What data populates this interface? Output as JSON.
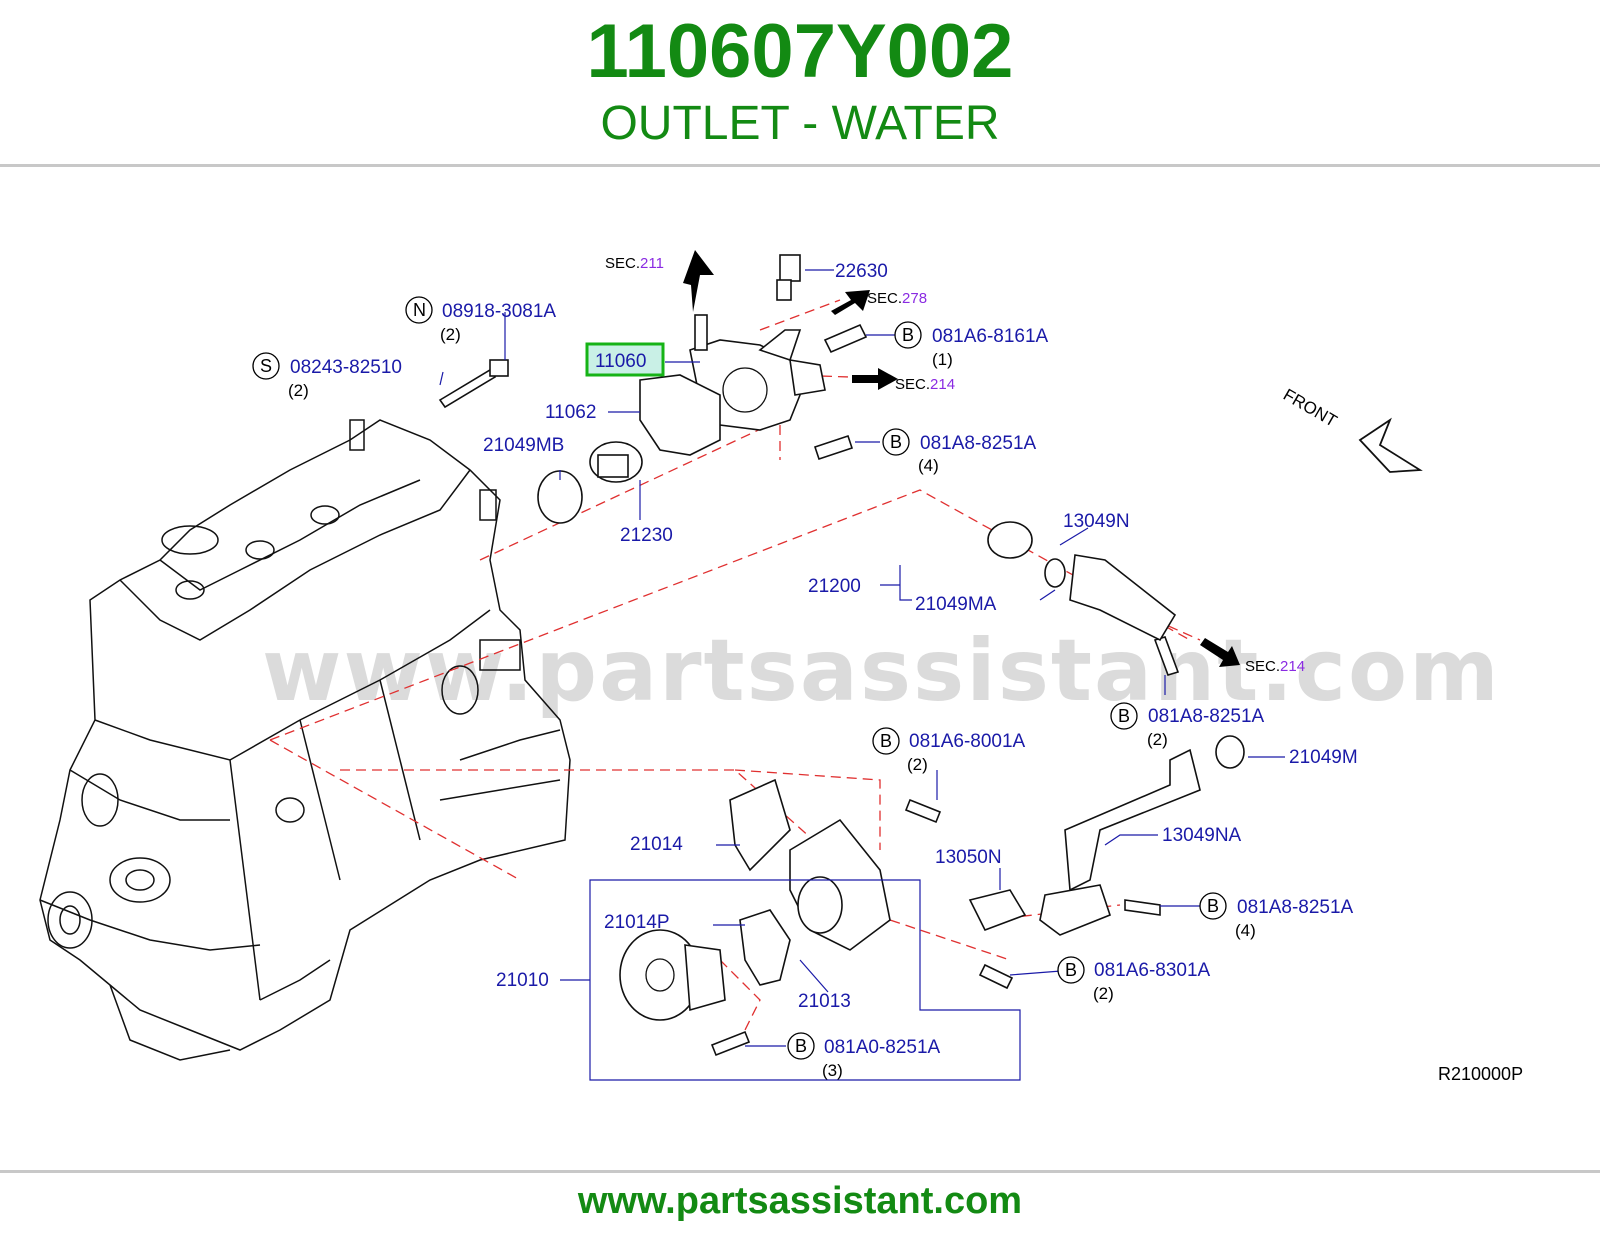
{
  "header": {
    "part_number": "110607Y002",
    "part_name": "OUTLET - WATER"
  },
  "footer": {
    "url": "www.partsassistant.com"
  },
  "diagram": {
    "watermark": "www.partsassistant.com",
    "ref_code": "R210000P",
    "front_label": "FRONT",
    "sec_prefix": "SEC.",
    "sections": {
      "s211": "211",
      "s278": "278",
      "s214a": "214",
      "s214b": "214"
    },
    "highlighted_part": "11060",
    "parts": {
      "p22630": "22630",
      "p08918": "08918-3081A",
      "p08243": "08243-82510",
      "p081A6_8161A": "081A6-8161A",
      "p11062": "11062",
      "p081A8_8251A_a": "081A8-8251A",
      "p21049MB": "21049MB",
      "p21230": "21230",
      "p13049N": "13049N",
      "p21200": "21200",
      "p21049MA": "21049MA",
      "p081A8_8251A_b": "081A8-8251A",
      "p21049M": "21049M",
      "p081A6_8001A": "081A6-8001A",
      "p21014": "21014",
      "p13049NA": "13049NA",
      "p13050N": "13050N",
      "p21014P": "21014P",
      "p081A8_8251A_c": "081A8-8251A",
      "p21010": "21010",
      "p21013": "21013",
      "p081A6_8301A": "081A6-8301A",
      "p081A0_8251A": "081A0-8251A"
    },
    "quantities": {
      "q08918": "(2)",
      "q08243": "(2)",
      "q8161A": "(1)",
      "q8251A_a": "(4)",
      "q8251A_b": "(2)",
      "q8001A": "(2)",
      "q8251A_c": "(4)",
      "q8301A": "(2)",
      "q081A0": "(3)"
    },
    "callout_letters": {
      "N": "N",
      "S": "S",
      "B": "B"
    }
  }
}
